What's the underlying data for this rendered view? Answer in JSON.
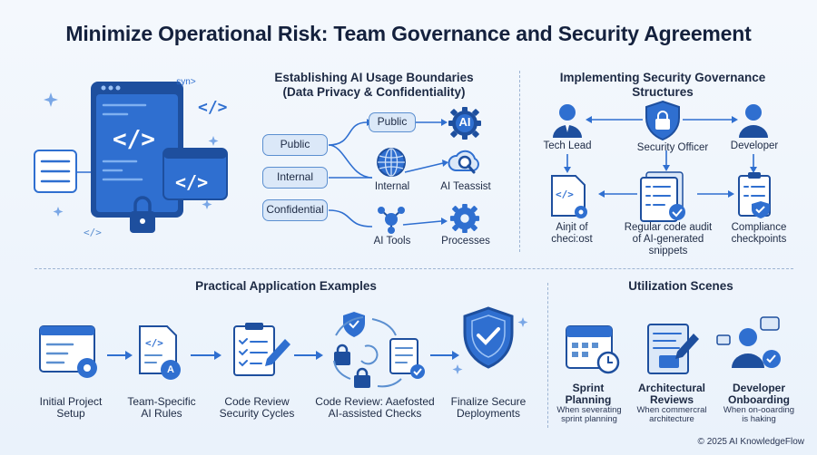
{
  "title": "Minimize Operational Risk: Team Governance and Security Agreement",
  "hero": {
    "syntax_label": "syn>",
    "code_tag": "</>"
  },
  "boundaries": {
    "title_line1": "Establishing AI Usage Boundaries",
    "title_line2": "(Data Privacy & Confidentiality)",
    "levels": [
      "Public",
      "Internal",
      "Confidential"
    ],
    "branch_public": "Public",
    "branch_internal": "Internal",
    "branch_ai_tools": "AI Tools",
    "ai_badge": "AI",
    "ai_teassist": "AI Teassist",
    "processes": "Processes"
  },
  "governance": {
    "title_line1": "Implementing Security Governance",
    "title_line2": "Structures",
    "tech_lead": "Tech Lead",
    "security_officer": "Security Officer",
    "developer": "Developer",
    "audit_line1": "Aiŋit of",
    "audit_line2": "checi:ost",
    "regular_line1": "Regular code audit",
    "regular_line2": "of AI-generated",
    "regular_line3": "snippets",
    "compliance_line1": "Compliance",
    "compliance_line2": "checkpoints"
  },
  "practical": {
    "title": "Practical Application Examples",
    "steps": [
      {
        "line1": "Initial Project",
        "line2": "Setup"
      },
      {
        "line1": "Team-Specific",
        "line2": "AI Rules"
      },
      {
        "line1": "Code Review",
        "line2": "Security Cycles"
      },
      {
        "line1": "Code Review: Aaefosted",
        "line2": "AI-assisted Checks"
      },
      {
        "line1": "Finalize Secure",
        "line2": "Deployments"
      }
    ],
    "rules_badge": "A"
  },
  "scenes": {
    "title": "Utilization Scenes",
    "items": [
      {
        "line1": "Sprint",
        "line2": "Planning",
        "sub1": "When severating",
        "sub2": "sprint planning"
      },
      {
        "line1": "Architectural",
        "line2": "Reviews",
        "sub1": "When commercral",
        "sub2": "architecture"
      },
      {
        "line1": "Developer",
        "line2": "Onboarding",
        "sub1": "When on-ooarding",
        "sub2": "is haking"
      }
    ]
  },
  "footer": "© 2025 AI KnowledgeFlow",
  "colors": {
    "primary": "#2f6fd0",
    "dark": "#1e4f9e",
    "light": "#dbe8f8",
    "text": "#1d2a44"
  }
}
